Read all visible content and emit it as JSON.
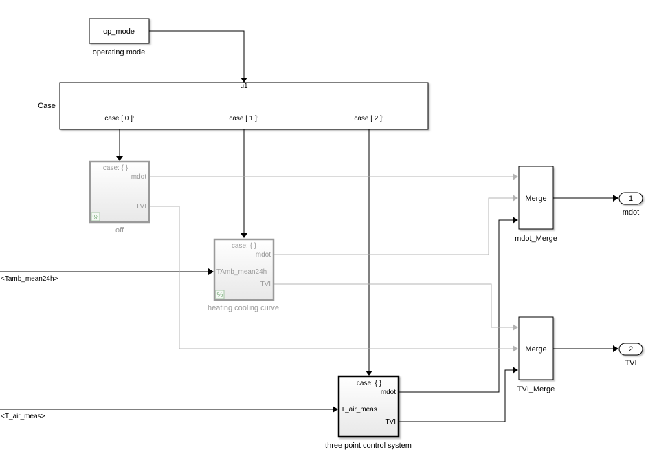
{
  "diagram": {
    "type": "simulink-model",
    "blocks": {
      "op_mode": {
        "label": "op_mode",
        "caption": "operating mode"
      },
      "switch_case": {
        "caption": "Case",
        "input_port": "u1",
        "cases": [
          "case [ 0 ]:",
          "case [ 1 ]:",
          "case [ 2 ]:"
        ]
      },
      "off": {
        "caption": "off",
        "title": "case: { }",
        "outputs": [
          "mdot",
          "TVI"
        ],
        "inputs": [],
        "badge": "%",
        "commented_out": true
      },
      "heating_cooling_curve": {
        "caption": "heating cooling curve",
        "title": "case: { }",
        "outputs": [
          "mdot",
          "TVI"
        ],
        "inputs": [
          "TAmb_mean24h"
        ],
        "badge": "%",
        "commented_out": true
      },
      "three_point_control_system": {
        "caption": "three point control system",
        "title": "case: { }",
        "outputs": [
          "mdot",
          "TVI"
        ],
        "inputs": [
          "T_air_meas"
        ],
        "commented_out": false
      },
      "mdot_merge": {
        "label": "Merge",
        "caption": "mdot_Merge"
      },
      "tvi_merge": {
        "label": "Merge",
        "caption": "TVI_Merge"
      },
      "outport_mdot": {
        "number": "1",
        "caption": "mdot"
      },
      "outport_tvi": {
        "number": "2",
        "caption": "TVI"
      }
    },
    "signals": {
      "tamb_input": "<Tamb_mean24h>",
      "t_air_input": "<T_air_meas>"
    },
    "colors": {
      "active_line": "#000000",
      "inactive_line": "#b4b4b4",
      "inactive_text": "#9a9a9a",
      "badge": "#7cae7c"
    }
  }
}
